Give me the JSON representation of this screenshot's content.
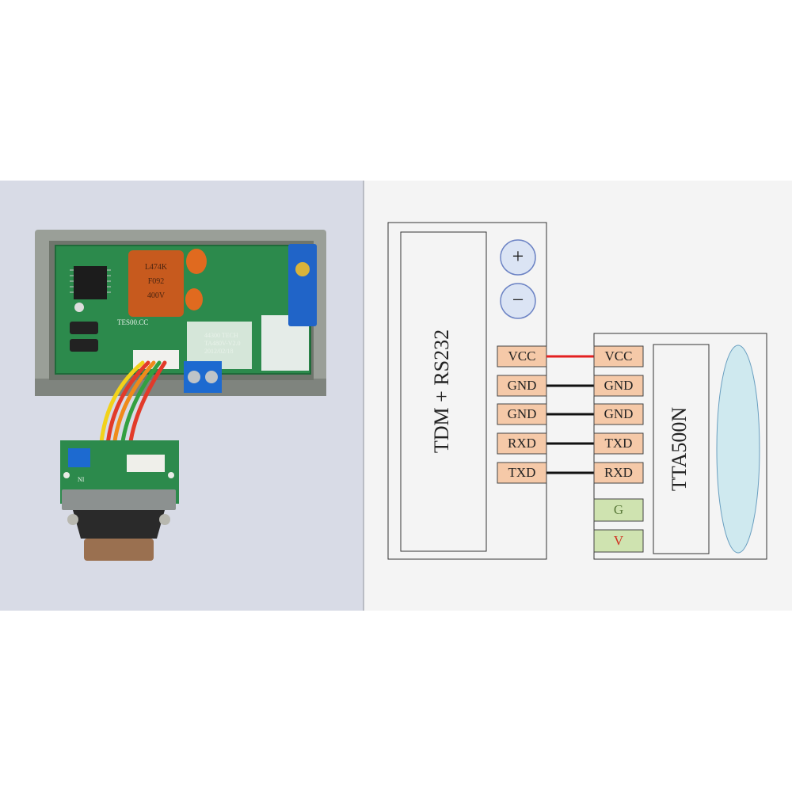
{
  "photo": {
    "board_silkscreen": [
      "TES00.CC",
      "44300 TECH",
      "TA480V-V2.0",
      "2012/02/18"
    ],
    "capacitor_marking": [
      "L474K",
      "F092",
      "400V"
    ],
    "adapter_label": "NI"
  },
  "diagram": {
    "left_module_title": "TDM  +  RS232",
    "right_module_title": "TTA500N",
    "plus_symbol": "+",
    "minus_symbol": "−",
    "left_pins": [
      "VCC",
      "GND",
      "GND",
      "RXD",
      "TXD"
    ],
    "right_pins": [
      "VCC",
      "GND",
      "GND",
      "TXD",
      "RXD"
    ],
    "extra_pins": [
      "G",
      "V"
    ],
    "colors": {
      "pin_fill": "#f5c9a8",
      "extra_pin_fill": "#cfe3b0",
      "wire_vcc": "#e32020",
      "wire_other": "#111111",
      "ellipse_fill": "#cfe9ef",
      "ellipse_stroke": "#6a9fc0",
      "symbol_fill": "#dbe4f4",
      "symbol_stroke": "#6c83c4"
    }
  }
}
